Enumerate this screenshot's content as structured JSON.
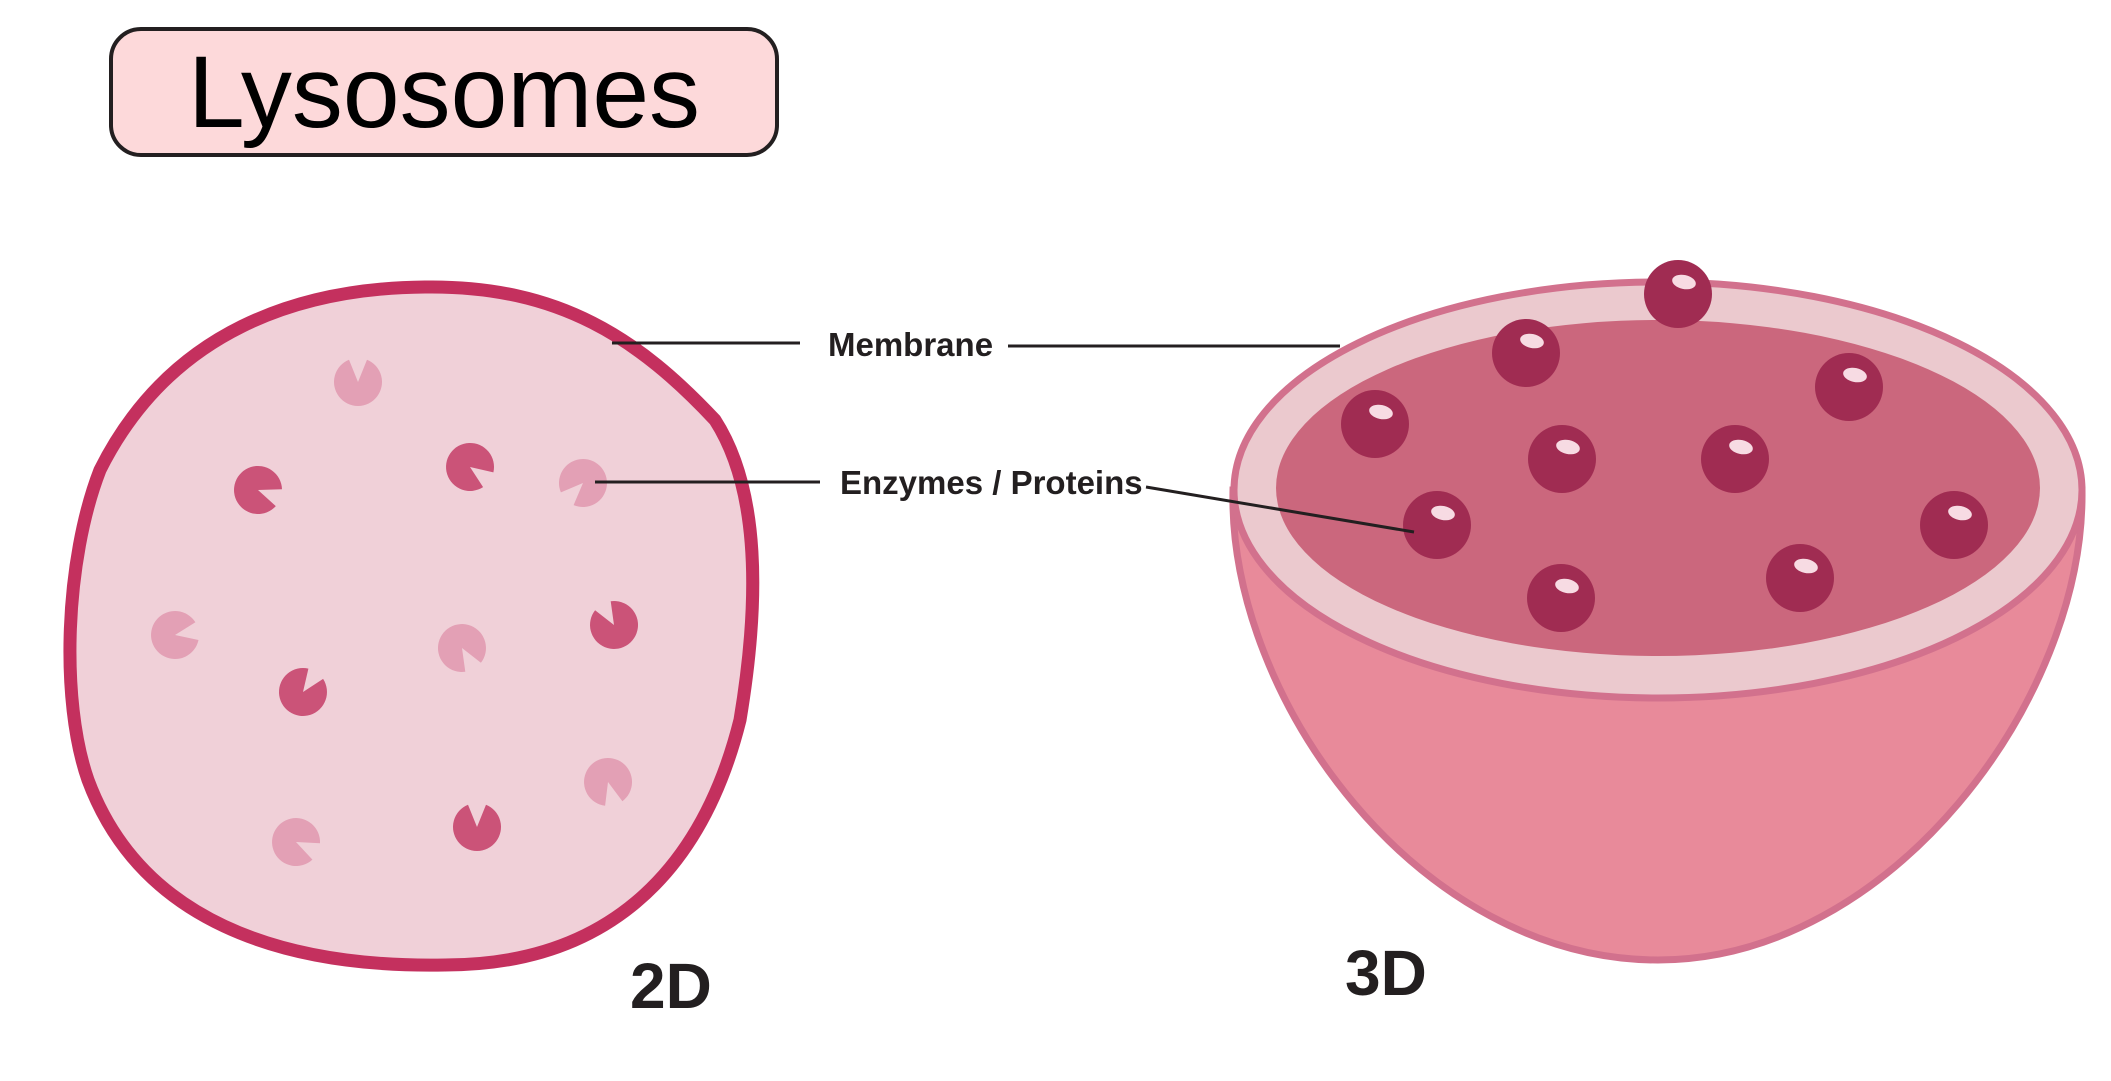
{
  "title": "Lysosomes",
  "labels": {
    "membrane": "Membrane",
    "enzymes": "Enzymes / Proteins",
    "view_2d": "2D",
    "view_3d": "3D"
  },
  "colors": {
    "title_fill": "#fdd9da",
    "title_border": "#231f20",
    "membrane_2d": "#c4305e",
    "cytoplasm_2d": "#f0d0d8",
    "enzyme_dark": "#cb5378",
    "enzyme_light": "#e3a0b5",
    "bowl_outer": "#e88a9a",
    "bowl_edge": "#d2718d",
    "bowl_rim": "#ebc9ce",
    "bowl_inner": "#cb677d",
    "enzyme_3d": "#a02c52",
    "line": "#231f20",
    "text": "#231f20"
  }
}
